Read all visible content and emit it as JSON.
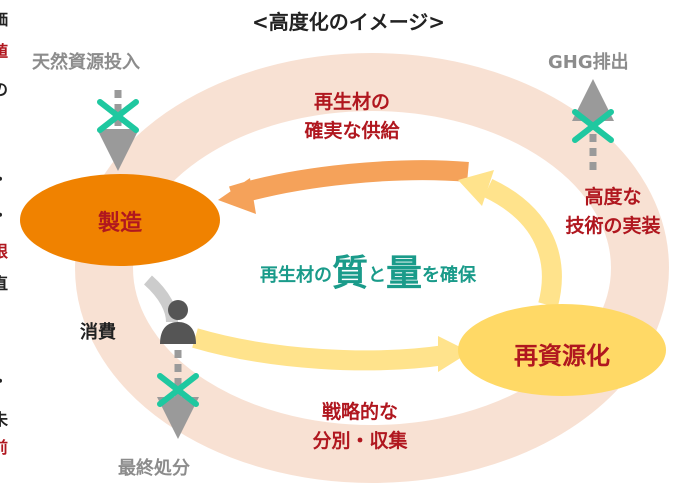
{
  "title": "<高度化のイメージ>",
  "inputs": {
    "natural_resources": "天然資源投入",
    "ghg": "GHG排出",
    "final_disposal": "最終処分"
  },
  "nodes": {
    "manufacturing": "製造",
    "consumption": "消費",
    "recycling": "再資源化"
  },
  "labels": {
    "supply_line1": "再生材の",
    "supply_line2": "確実な供給",
    "tech_line1": "高度な",
    "tech_line2": "技術の実装",
    "collect_line1": "戦略的な",
    "collect_line2": "分別・収集"
  },
  "center": {
    "prefix": "再生材の",
    "quality": "質",
    "and": "と",
    "quantity": "量",
    "suffix": "を確保"
  },
  "left_edge": [
    "価",
    "値",
    "の",
    "・",
    "・",
    "限",
    "直",
    "・",
    "未",
    "前"
  ],
  "colors": {
    "ring": "#f7dccb",
    "manufacturing": "#f08200",
    "recycling": "#ffd966",
    "top_arrow": "#f7922e",
    "right_arrow": "#ffe07a",
    "bottom_arrow": "#ffe07a",
    "cross": "#1fc8a0",
    "text_red": "#b0171f",
    "text_teal": "#1a9b8a"
  }
}
